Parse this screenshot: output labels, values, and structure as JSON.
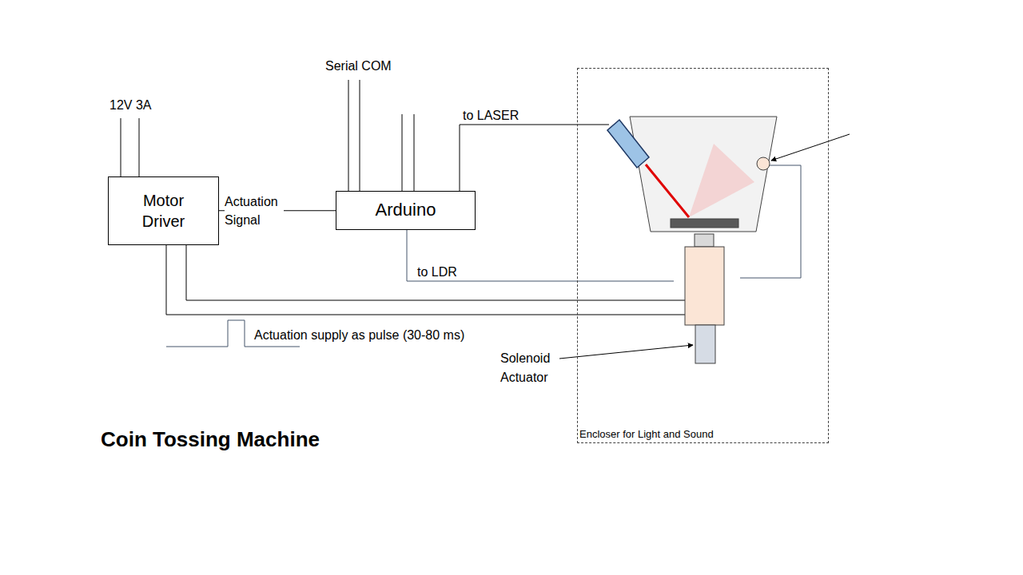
{
  "diagram": {
    "title": "Coin Tossing Machine",
    "nodes": [
      {
        "text": [
          "Motor Driver"
        ]
      },
      {
        "text": [
          "Arduino"
        ]
      },
      {
        "text": [
          "Encloser for Light and Sound"
        ]
      }
    ],
    "edges": [
      {
        "from": 1,
        "to": 0,
        "label": "Actuation Signal",
        "arrow": "none"
      }
    ],
    "labels": [
      "12V 3A",
      "Serial COM",
      "to LASER",
      "to LDR",
      "Actuation supply as pulse (30-80 ms)",
      "Solenoid Actuator"
    ]
  }
}
